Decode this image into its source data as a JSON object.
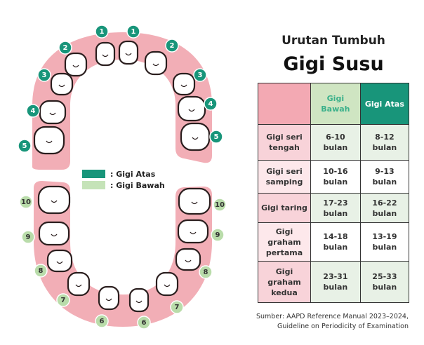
{
  "title_line1": "Urutan Tumbuh",
  "title_line2": "Gigi Susu",
  "legend": {
    "upper": ": Gigi Atas",
    "lower": ": Gigi Bawah"
  },
  "colors": {
    "upper": "#18957a",
    "lower": "#b9dcaa",
    "gum": "#f2aeb6",
    "tooth_outline": "#2a1e1e"
  },
  "upper_badges": [
    "1",
    "1",
    "2",
    "2",
    "3",
    "3",
    "4",
    "4",
    "5",
    "5"
  ],
  "lower_badges": [
    "10",
    "10",
    "9",
    "9",
    "8",
    "8",
    "7",
    "7",
    "6",
    "6"
  ],
  "table": {
    "headers": [
      "",
      "Gigi Bawah",
      "Gigi Atas"
    ],
    "rows": [
      {
        "label": "Gigi seri tengah",
        "bawah": "6-10 bulan",
        "atas": "8-12 bulan"
      },
      {
        "label": "Gigi seri samping",
        "bawah": "10-16 bulan",
        "atas": "9-13 bulan"
      },
      {
        "label": "Gigi taring",
        "bawah": "17-23 bulan",
        "atas": "16-22 bulan"
      },
      {
        "label": "Gigi graham pertama",
        "bawah": "14-18 bulan",
        "atas": "13-19 bulan"
      },
      {
        "label": "Gigi graham kedua",
        "bawah": "23-31 bulan",
        "atas": "25-33 bulan"
      }
    ]
  },
  "source_line1": "Sumber: AAPD Reference Manual 2023–2024,",
  "source_line2": "Guideline on Periodicity of Examination"
}
